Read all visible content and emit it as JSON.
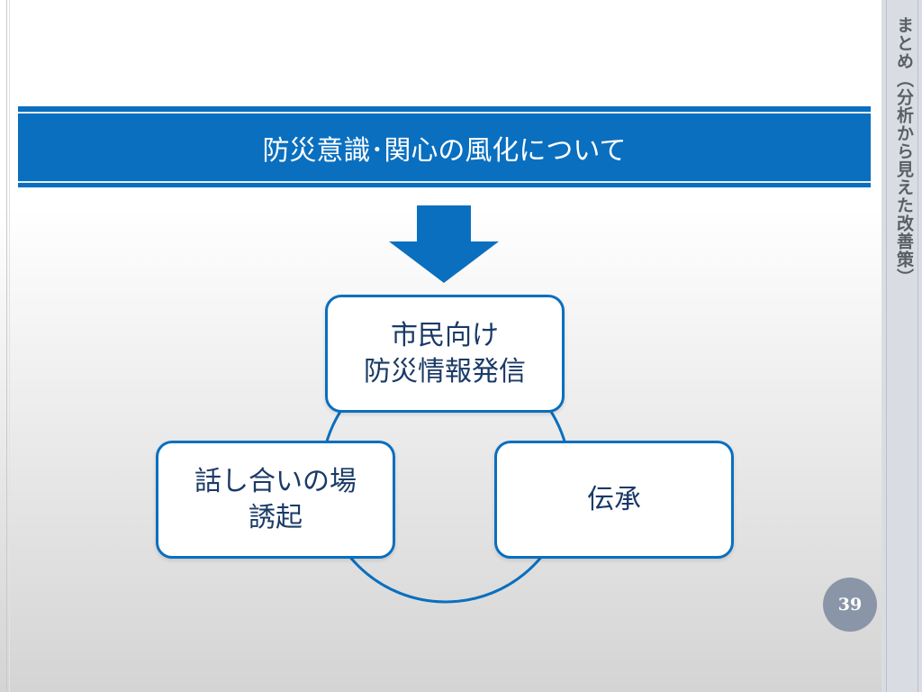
{
  "slide": {
    "side_title": "まとめ（分析から見えた改善策）",
    "banner_title": "防災意識･関心の風化について",
    "page_number": "39"
  },
  "cycle": {
    "top_box": {
      "line1": "市民向け",
      "line2": "防災情報発信"
    },
    "left_box": {
      "line1": "話し合いの場",
      "line2": "誘起"
    },
    "right_box": {
      "line1": "伝承"
    }
  },
  "colors": {
    "accent_blue": "#0a6fbf",
    "box_text": "#1a3a66",
    "page_badge": "#8a96a8"
  },
  "icons": {
    "arrow": "down-arrow-icon"
  }
}
